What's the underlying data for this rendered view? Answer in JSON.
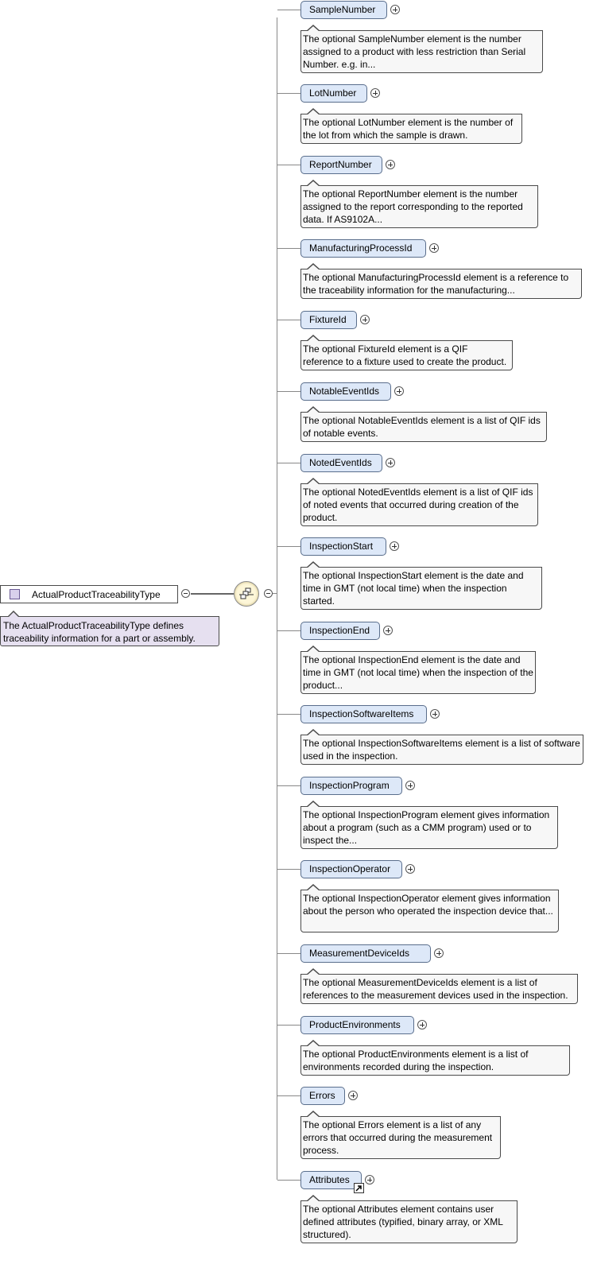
{
  "root": {
    "label": "ActualProductTraceabilityType",
    "description": "The ActualProductTraceabilityType defines traceability information for a part or assembly."
  },
  "elements": [
    {
      "name": "SampleNumber",
      "description": "The optional SampleNumber element is the number assigned to a product with less restriction than Serial Number. e.g. in..."
    },
    {
      "name": "LotNumber",
      "description": "The optional LotNumber element is the number of the lot from which the sample is drawn."
    },
    {
      "name": "ReportNumber",
      "description": "The optional ReportNumber element is the number assigned to the report corresponding to the reported data. If AS9102A..."
    },
    {
      "name": "ManufacturingProcessId",
      "description": "The optional ManufacturingProcessId element is a reference to the traceability information for the manufacturing..."
    },
    {
      "name": "FixtureId",
      "description": "The optional FixtureId element is a QIF reference to a fixture used to create the product."
    },
    {
      "name": "NotableEventIds",
      "description": "The optional NotableEventIds element is a list of QIF ids of notable events."
    },
    {
      "name": "NotedEventIds",
      "description": "The optional NotedEventIds element is a list of QIF ids of noted events that occurred during creation of the product."
    },
    {
      "name": "InspectionStart",
      "description": "The optional InspectionStart element is the date and time in GMT (not local time) when the inspection started."
    },
    {
      "name": "InspectionEnd",
      "description": "The optional InspectionEnd element is the date and time in GMT (not local time) when the inspection of the product..."
    },
    {
      "name": "InspectionSoftwareItems",
      "description": "The optional InspectionSoftwareItems element is a list of software used in the inspection."
    },
    {
      "name": "InspectionProgram",
      "description": "The optional InspectionProgram element gives information about a program (such as a CMM program) used or to inspect the..."
    },
    {
      "name": "InspectionOperator",
      "description": "The optional InspectionOperator element gives information about the person who operated the inspection device that..."
    },
    {
      "name": "MeasurementDeviceIds",
      "description": "The optional MeasurementDeviceIds element is a list of references to the measurement devices used in the inspection."
    },
    {
      "name": "ProductEnvironments",
      "description": "The optional ProductEnvironments element is a list of environments recorded during the inspection."
    },
    {
      "name": "Errors",
      "description": "The optional Errors element is a list of any errors that occurred during the measurement process."
    },
    {
      "name": "Attributes",
      "description": "The optional Attributes element contains user defined attributes (typified, binary array, or XML structured)."
    }
  ]
}
